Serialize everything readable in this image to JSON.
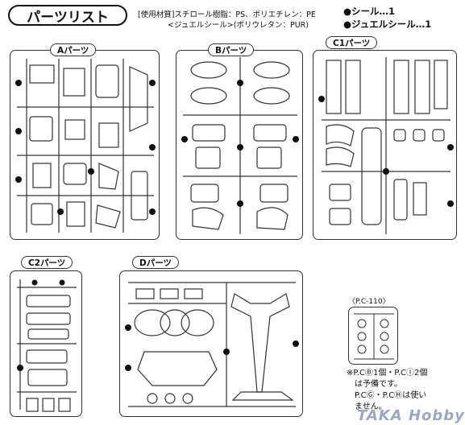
{
  "header": {
    "title": "パーツリスト",
    "materials_line1": "[使用材質]スチロール樹脂：PS、ポリエチレン：PE",
    "materials_line2": "<ジュエルシール>(ポリウレタン：PUR)"
  },
  "stickers": [
    "●シール…1",
    "●ジュエルシール…1"
  ],
  "runners": {
    "a": "Aパーツ",
    "b": "Bパーツ",
    "c1": "C1パーツ",
    "c2": "C2パーツ",
    "d": "Dパーツ"
  },
  "pc": {
    "caption": "〈P.C-110〉",
    "note_lines": [
      "※P.CⒷ1個・P.CⒾ2個",
      "　は予備です。",
      "　P.CⒼ・P.CⒽは使い",
      "　ません。"
    ]
  },
  "watermark": "TAKA Hobby"
}
